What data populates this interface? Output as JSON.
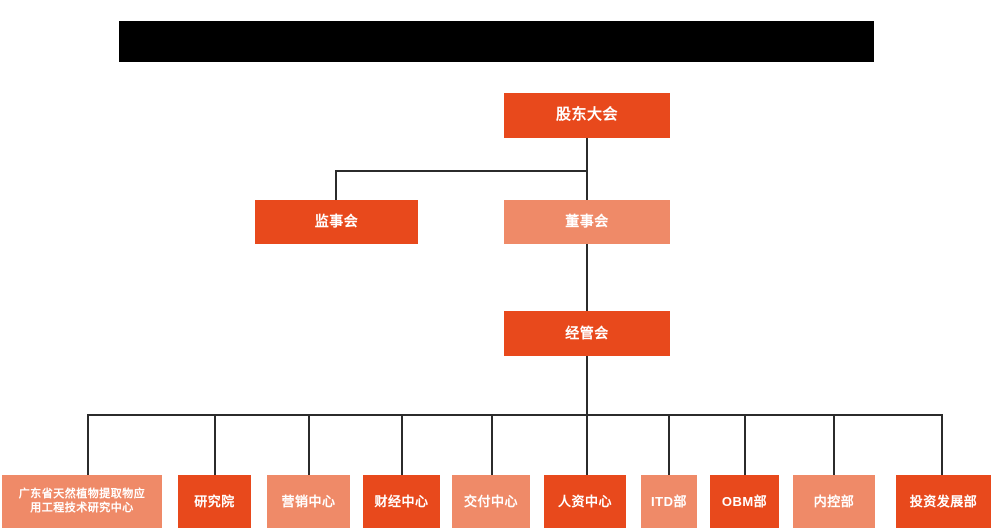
{
  "page": {
    "title_bar": {
      "name": "redacted-title-bar",
      "text": "",
      "color": "#000000"
    },
    "background_color": "#ffffff"
  },
  "theme": {
    "primary_color": "#e8491c",
    "secondary_color": "#ef8a68",
    "connector_color": "#2b2b2b",
    "node_text_color": "#ffffff"
  },
  "org_chart": {
    "levels": [
      {
        "level": 1,
        "nodes": [
          {
            "id": "shareholders",
            "label": "股东大会",
            "style": "primary"
          }
        ]
      },
      {
        "level": 2,
        "nodes": [
          {
            "id": "supervisors",
            "label": "监事会",
            "style": "primary"
          },
          {
            "id": "directors",
            "label": "董事会",
            "style": "secondary"
          }
        ]
      },
      {
        "level": 3,
        "nodes": [
          {
            "id": "management",
            "label": "经管会",
            "style": "primary"
          }
        ]
      },
      {
        "level": 4,
        "nodes": [
          {
            "id": "research-center-gd",
            "label": "广东省天然植物提取物应用工程技术研究中心",
            "line1": "广东省天然植物提取物应",
            "line2": "用工程技术研究中心",
            "style": "secondary"
          },
          {
            "id": "institute",
            "label": "研究院",
            "style": "primary"
          },
          {
            "id": "marketing-center",
            "label": "营销中心",
            "style": "secondary"
          },
          {
            "id": "finance-center",
            "label": "财经中心",
            "style": "primary"
          },
          {
            "id": "delivery-center",
            "label": "交付中心",
            "style": "secondary"
          },
          {
            "id": "hr-center",
            "label": "人资中心",
            "style": "primary"
          },
          {
            "id": "itd-dept",
            "label": "ITD部",
            "style": "secondary"
          },
          {
            "id": "obm-dept",
            "label": "OBM部",
            "style": "primary"
          },
          {
            "id": "internal-control-dept",
            "label": "内控部",
            "style": "secondary"
          },
          {
            "id": "investment-development-dept",
            "label": "投资发展部",
            "style": "primary"
          }
        ]
      }
    ]
  }
}
